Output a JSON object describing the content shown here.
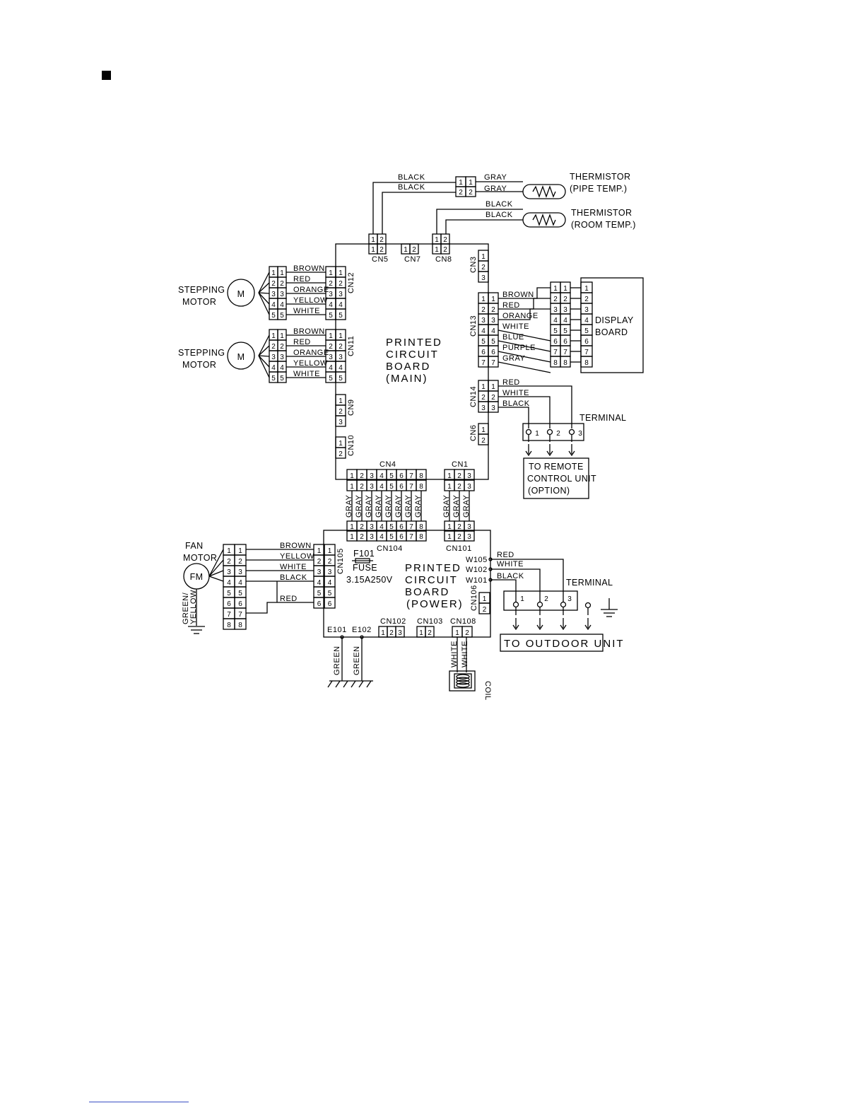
{
  "labels": {
    "pcb_main": [
      "PRINTED",
      "CIRCUIT",
      "BOARD",
      "(MAIN)"
    ],
    "pcb_power": [
      "PRINTED",
      "CIRCUIT",
      "BOARD",
      "(POWER)"
    ],
    "display_board": [
      "DISPLAY",
      "BOARD"
    ],
    "thermistor_pipe": [
      "THERMISTOR",
      "(PIPE TEMP.)"
    ],
    "thermistor_room": [
      "THERMISTOR",
      "(ROOM TEMP.)"
    ],
    "stepping_motor": [
      "STEPPING",
      "MOTOR"
    ],
    "motor_symbol": "M",
    "fan_motor": [
      "FAN",
      "MOTOR"
    ],
    "fan_motor_symbol": "FM",
    "fan_ground": [
      "GREEN/",
      "YELLOW"
    ],
    "terminal": "TERMINAL",
    "remote": [
      "TO REMOTE",
      "CONTROL UNIT",
      "(OPTION)"
    ],
    "outdoor": "TO OUTDOOR UNIT",
    "fuse_id": "F101",
    "fuse": "FUSE",
    "fuse_rating": "3.15A250V",
    "coil": "COIL",
    "ground_wire": "GREEN",
    "e101": "E101",
    "e102": "E102",
    "w105": "W105",
    "w102": "W102",
    "w101": "W101"
  },
  "connectors": {
    "cn5": "CN5",
    "cn7": "CN7",
    "cn8": "CN8",
    "cn3": "CN3",
    "cn12": "CN12",
    "cn11": "CN11",
    "cn13": "CN13",
    "cn14": "CN14",
    "cn6": "CN6",
    "cn9": "CN9",
    "cn10": "CN10",
    "cn4": "CN4",
    "cn1": "CN1",
    "cn104": "CN104",
    "cn101": "CN101",
    "cn105": "CN105",
    "cn106": "CN106",
    "cn102": "CN102",
    "cn103": "CN103",
    "cn108": "CN108"
  },
  "wires": {
    "thermistor_pipe": [
      "BLACK",
      "BLACK",
      "GRAY",
      "GRAY"
    ],
    "thermistor_room": [
      "BLACK",
      "BLACK"
    ],
    "stepping": [
      "BROWN",
      "RED",
      "ORANGE",
      "YELLOW",
      "WHITE"
    ],
    "display": [
      "BROWN",
      "RED",
      "ORANGE",
      "WHITE",
      "BLUE",
      "PURPLE",
      "GRAY"
    ],
    "cn14": [
      "RED",
      "WHITE",
      "BLACK"
    ],
    "gray": "GRAY",
    "fan": [
      "BROWN",
      "YELLOW",
      "WHITE",
      "BLACK",
      "RED"
    ],
    "power_out": [
      "RED",
      "WHITE",
      "BLACK"
    ],
    "coil": [
      "WHITE",
      "WHITE"
    ]
  }
}
